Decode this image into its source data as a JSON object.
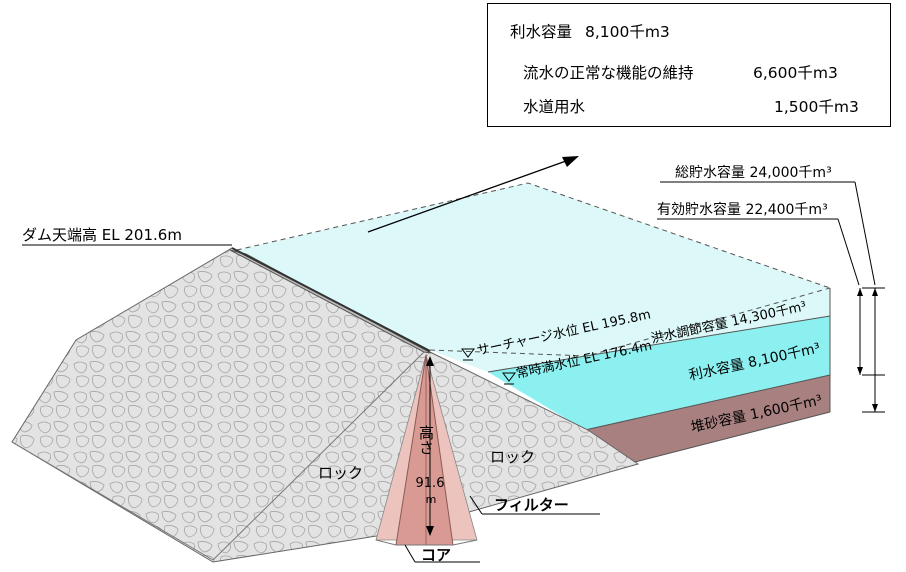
{
  "capacity_box": {
    "title_label": "利水容量",
    "title_value": "8,100千m3",
    "rows": [
      {
        "label": "流水の正常な機能の維持",
        "value": "6,600千m3"
      },
      {
        "label": "水道用水",
        "value": "1,500千m3"
      }
    ]
  },
  "labels": {
    "crest": "ダム天端高 EL 201.6m",
    "total_storage": "総貯水容量 24,000千m³",
    "effective_storage": "有効貯水容量 22,400千m³",
    "surcharge_level": "サーチャージ水位 EL 195.8m",
    "normal_level": "常時満水位 EL 176.4m",
    "flood_control": "洪水調節容量 14,300千m³",
    "water_use": "利水容量 8,100千m³",
    "sediment": "堆砂容量 1,600千m³",
    "rock_left": "ロック",
    "rock_right": "ロック",
    "height_word": "高さ",
    "height_value": "91.6",
    "height_unit": "m",
    "filter": "フィルター",
    "core": "コア"
  },
  "colors": {
    "flood_zone": "#dcf8f8",
    "water_zone": "#8df0f0",
    "sediment_zone": "#a98080",
    "rock": "#e2e2e2",
    "core": "#d99a93",
    "filter": "#ecc4bd"
  }
}
